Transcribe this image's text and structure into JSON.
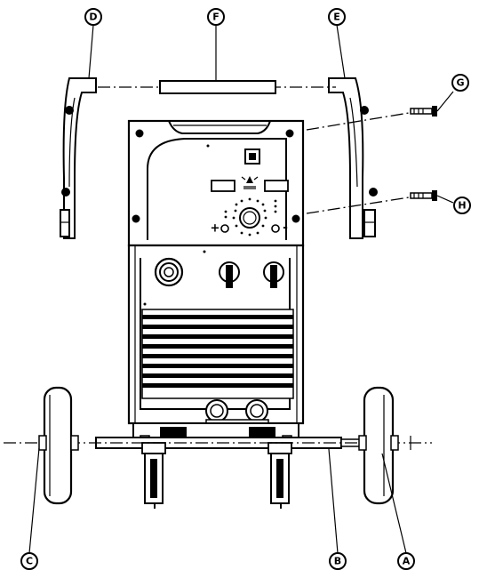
{
  "callouts": [
    {
      "id": "A",
      "label": "A"
    },
    {
      "id": "B",
      "label": "B"
    },
    {
      "id": "C",
      "label": "C"
    },
    {
      "id": "D",
      "label": "D"
    },
    {
      "id": "E",
      "label": "E"
    },
    {
      "id": "F",
      "label": "F"
    },
    {
      "id": "G",
      "label": "G"
    },
    {
      "id": "H",
      "label": "H"
    }
  ],
  "panel": {
    "symbols": [
      "+",
      "-"
    ]
  },
  "colors": {
    "line": "#000000",
    "background": "#ffffff",
    "grille": "#000000"
  }
}
